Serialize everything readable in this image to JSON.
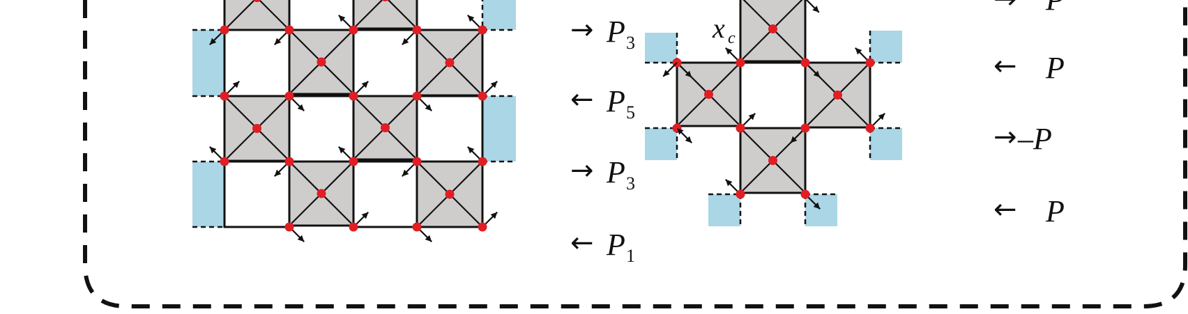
{
  "colors": {
    "frame": "#111111",
    "cell_fill": "#cfcccc",
    "blue_fill": "#aad6e6",
    "node": "#e01e24",
    "edge": "#111111",
    "arrow": "#111111"
  },
  "left_panel": {
    "labels": [
      {
        "arrow": "→",
        "base": "P",
        "sub": "3"
      },
      {
        "arrow": "←",
        "base": "P",
        "sub": "5"
      },
      {
        "arrow": "→",
        "base": "P",
        "sub": "3"
      },
      {
        "arrow": "←",
        "base": "P",
        "sub": "1"
      }
    ]
  },
  "right_panel": {
    "corner_label": {
      "base": "x",
      "sub": "c"
    },
    "labels": [
      {
        "arrow": "→",
        "text": "P"
      },
      {
        "arrow": "←",
        "text": "P"
      },
      {
        "arrow": "→",
        "text": "–P"
      },
      {
        "arrow": "←",
        "text": "P"
      }
    ]
  }
}
